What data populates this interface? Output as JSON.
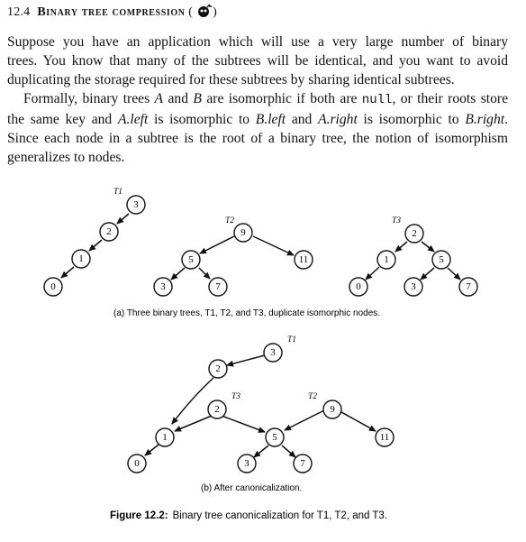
{
  "header": {
    "section_number": "12.4",
    "section_title": "Binary tree compression",
    "difficulty_icon": "bomb-icon"
  },
  "paragraph1": {
    "lines": [
      "Suppose you have an application which will use a very large number of binary",
      "trees. You know that many of the subtrees will be identical, and you want to avoid",
      "duplicating the storage required for these subtrees by sharing identical subtrees."
    ]
  },
  "paragraph2": {
    "l1a": "Formally, binary trees ",
    "l1b": "A",
    "l1c": " and ",
    "l1d": "B",
    "l1e": " are isomorphic if both are ",
    "l1f": "null",
    "l1g": ", or their roots store",
    "l2a": "the same key and ",
    "l2b": "A.left",
    "l2c": " is isomorphic to ",
    "l2d": "B.left",
    "l2e": " and ",
    "l2f": "A.right",
    "l2g": " is isomorphic to ",
    "l2h": "B.right",
    "l2i": ".",
    "l3": "Since each node in a subtree is the root of a binary tree, the notion of isomorphism",
    "l4": "generalizes to nodes."
  },
  "figure": {
    "part_a": {
      "caption": "(a) Three binary trees, T1, T2, and T3, duplicate isomorphic nodes.",
      "trees": [
        {
          "label": "T1",
          "keys": [
            "3",
            "2",
            "1",
            "0"
          ]
        },
        {
          "label": "T2",
          "keys": [
            "9",
            "5",
            "11",
            "3",
            "7"
          ]
        },
        {
          "label": "T3",
          "keys": [
            "2",
            "1",
            "5",
            "0",
            "3",
            "7"
          ]
        }
      ]
    },
    "part_b": {
      "caption": "(b) After canonicalization.",
      "labels": [
        "T1",
        "T3",
        "T2"
      ],
      "keys": [
        "3",
        "2",
        "2",
        "9",
        "1",
        "5",
        "11",
        "0",
        "3",
        "7"
      ]
    },
    "caption_label": "Figure 12.2:",
    "caption_text": "Binary tree canonicalization for T1, T2, and T3."
  }
}
